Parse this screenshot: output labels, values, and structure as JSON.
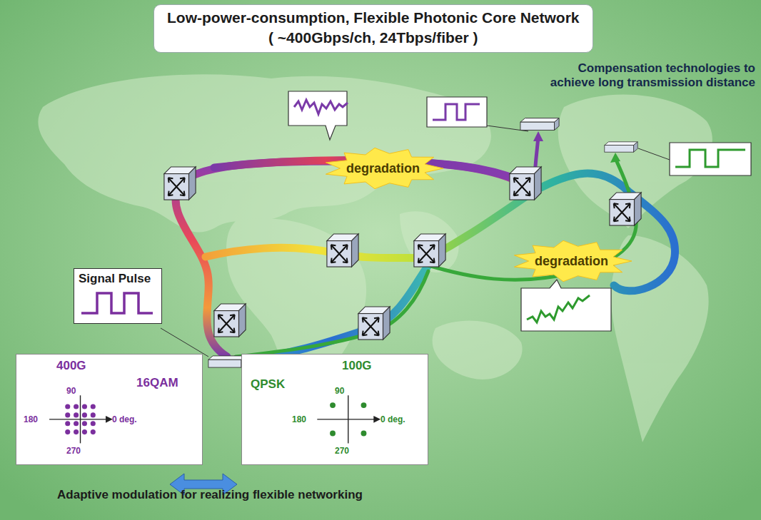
{
  "diagram": {
    "nodes": [
      {
        "text": [
          "Low-power-consumption, Flexible Photonic Core Network",
          "( ~400Gbps/ch, 24Tbps/fiber )"
        ]
      },
      {
        "text": [
          "degradation"
        ]
      },
      {
        "text": [
          "degradation"
        ]
      },
      {
        "text": [
          "Signal Pulse"
        ]
      },
      {
        "text": [
          "400G",
          "16QAM",
          "90",
          "180",
          "0 deg.",
          "270"
        ]
      },
      {
        "text": [
          "100G",
          "QPSK",
          "90",
          "180",
          "0 deg.",
          "270"
        ]
      }
    ],
    "labels": [
      "Compensation technologies to achieve long transmission distance",
      "Adaptive modulation for realizing flexible networking"
    ]
  }
}
